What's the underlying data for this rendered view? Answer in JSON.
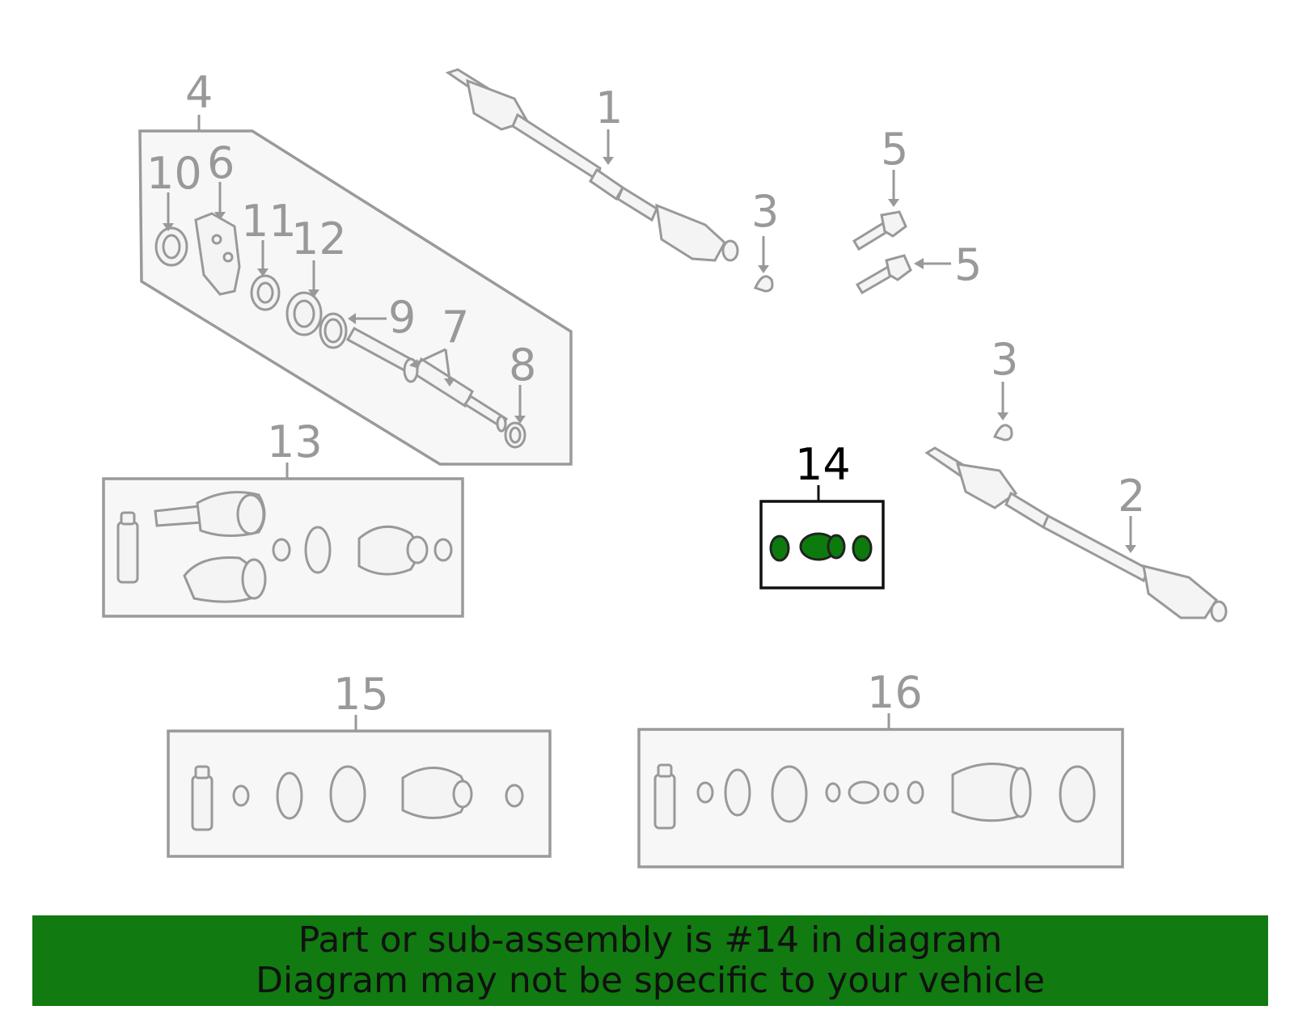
{
  "callouts": {
    "c1": "1",
    "c2": "2",
    "c3a": "3",
    "c3b": "3",
    "c4": "4",
    "c5a": "5",
    "c5b": "5",
    "c6": "6",
    "c7": "7",
    "c8": "8",
    "c9": "9",
    "c10": "10",
    "c11": "11",
    "c12": "12",
    "c13": "13",
    "c14": "14",
    "c15": "15",
    "c16": "16"
  },
  "highlight": {
    "part_number": "14",
    "color": "#117a11"
  },
  "banner": {
    "line1": "Part or sub-assembly is #14 in diagram",
    "line2": "Diagram may not be specific to your vehicle",
    "background": "#117a11"
  }
}
